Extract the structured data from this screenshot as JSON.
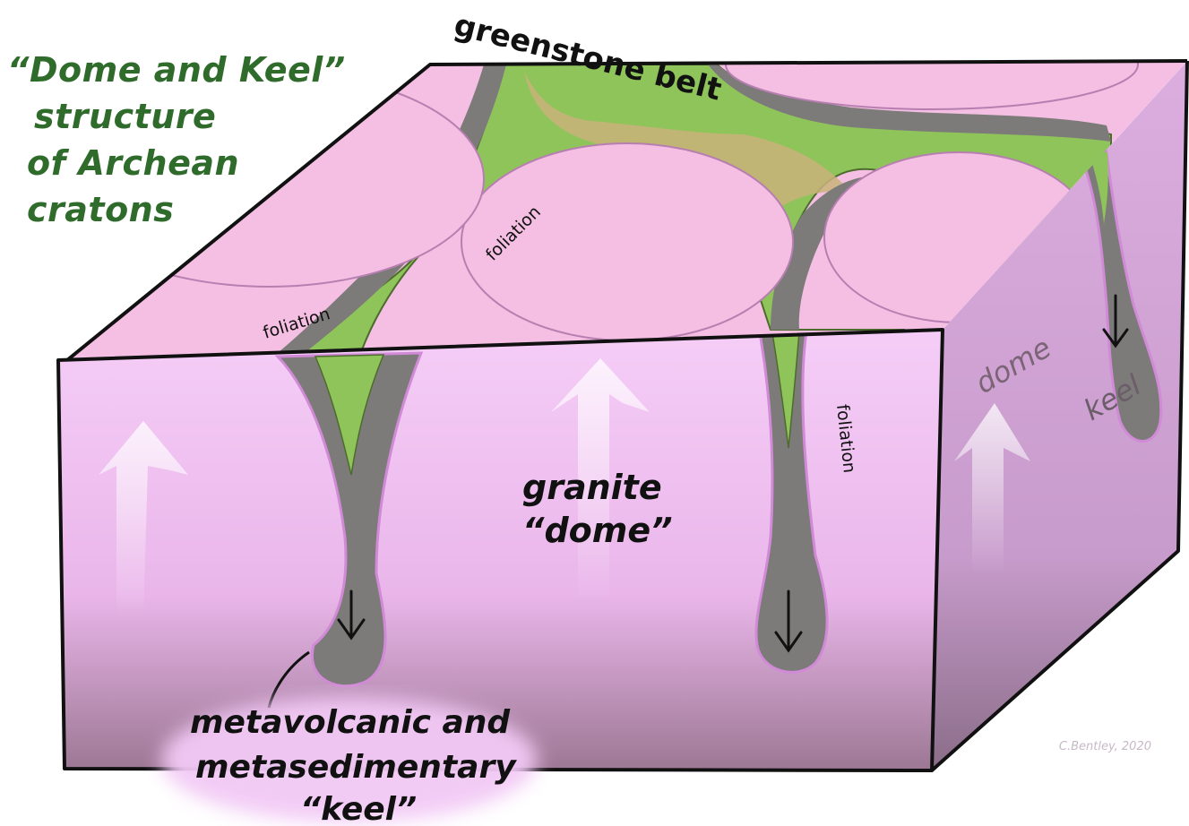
{
  "title": {
    "lines": [
      "“Dome and Keel”",
      "structure",
      "of Archean",
      "cratons"
    ]
  },
  "labels": {
    "greenstone_belt": "greenstone belt",
    "foliation_top_left": "foliation",
    "foliation_top_center": "foliation",
    "foliation_front": "foliation",
    "granite": "granite",
    "dome_quoted": "“dome”",
    "dome_side": "dome",
    "keel_side": "keel",
    "keel_caption_line1": "metavolcanic and",
    "keel_caption_line2": "metasedimentary",
    "keel_caption_line3": "“keel”"
  },
  "credit": "C.Bentley, 2020",
  "colors": {
    "granite_top": "#f4bfe2",
    "granite_front": "#f2c6f4",
    "granite_side": "#d9a7dc",
    "greenstone": "#8fc45a",
    "keel_gray": "#7d7a7a",
    "sediment": "#c9b37a",
    "title_green": "#2f6b2a"
  }
}
